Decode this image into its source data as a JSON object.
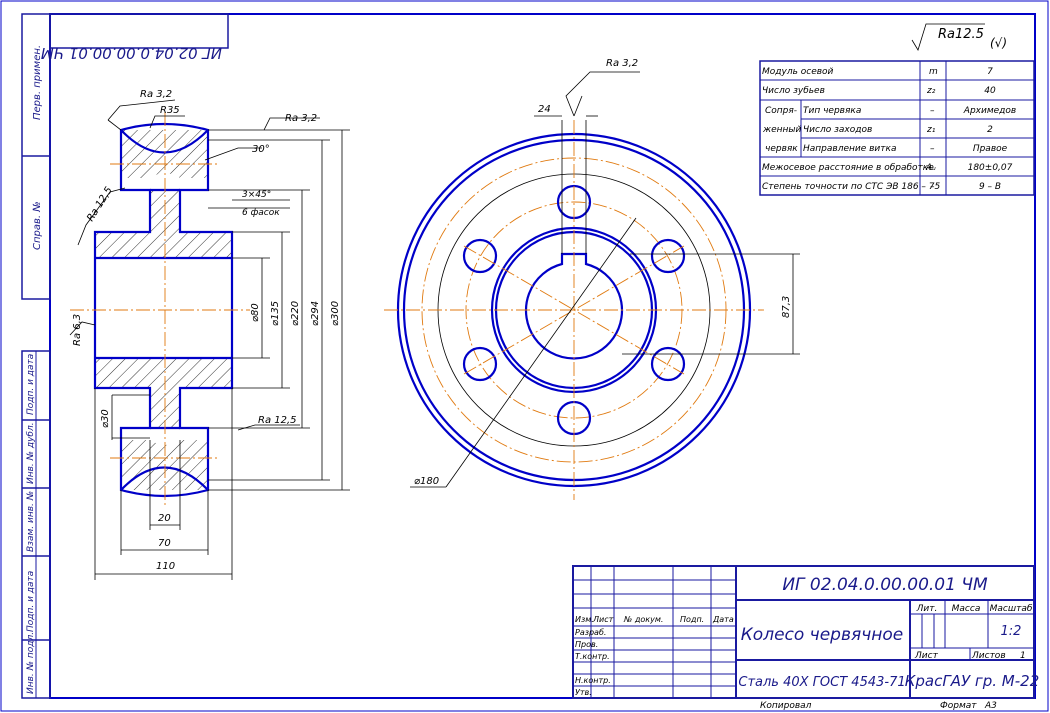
{
  "roughness_general": {
    "value": "Ra12.5",
    "suffix": "(√)"
  },
  "left_strip": {
    "top_labels": [
      "Перв. примен.",
      "Справ. №"
    ],
    "bottom_labels": [
      "Подп. и дата",
      "Инв. № дубл.",
      "Взам. инв. №",
      "Подп. и дата",
      "Инв. № подл."
    ]
  },
  "stamp_mirrored": "ИГ 02.04.0.00.00.01 ЧМ",
  "params_table": {
    "rows": [
      {
        "label": "Модуль осевой",
        "sym": "m",
        "val": "7"
      },
      {
        "label": "Число зубьев",
        "sym": "z₂",
        "val": "40"
      },
      {
        "group": "Сопря-",
        "label": "Тип червяка",
        "sym": "–",
        "val": "Архимедов"
      },
      {
        "group": "женный",
        "label": "Число заходов",
        "sym": "z₁",
        "val": "2"
      },
      {
        "group": "червяк",
        "label": "Направление витка",
        "sym": "–",
        "val": "Правое"
      },
      {
        "label": "Межосевое расстояние в обработке",
        "sym": "Aᵤ",
        "val": "180±0,07"
      },
      {
        "label": "Степень точности по СТС ЭВ 186 – 75",
        "sym": "–",
        "val": "9 – B"
      }
    ]
  },
  "section_view": {
    "ra_labels": [
      "Ra 3,2",
      "R35",
      "Ra 3,2",
      "Ra 12,5",
      "Ra 6,3",
      "Ra 12,5"
    ],
    "angle": "30°",
    "chamfer": "3×45°",
    "chamfer_note": "6 фасок",
    "diameters": [
      "⌀80",
      "⌀135",
      "⌀220",
      "⌀294",
      "⌀300"
    ],
    "small_dim": "⌀30",
    "widths": [
      "20",
      "70",
      "110"
    ]
  },
  "front_view": {
    "keyway": "24",
    "ra": "Ra 3,2",
    "key_depth": "87,3",
    "pcd": "⌀180"
  },
  "title_block": {
    "doc_number": "ИГ 02.04.0.00.00.01 ЧМ",
    "name": "Колесо червячное",
    "material": "Сталь 40Х  ГОСТ 4543-71",
    "org": "КрасГАУ гр. М-22",
    "col_heads": [
      "Лит.",
      "Масса",
      "Масштаб"
    ],
    "scale": "1:2",
    "sheet_label": "Лист",
    "sheets_label": "Листов",
    "sheets_count": "1",
    "rev_heads": [
      "Изм.",
      "Лист",
      "№ докум.",
      "Подп.",
      "Дата"
    ],
    "roles": [
      "Разраб.",
      "Пров.",
      "Т.контр.",
      "",
      "Н.контр.",
      "Утв."
    ],
    "copied": "Копировал",
    "format_label": "Формат",
    "format_value": "A3"
  }
}
